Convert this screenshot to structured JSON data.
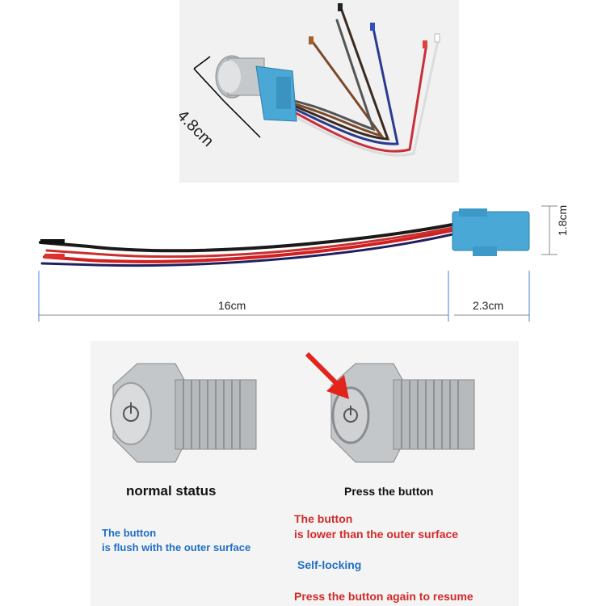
{
  "top_panel": {
    "dimension_label": "4.8cm"
  },
  "cable_panel": {
    "height_label": "1.8cm",
    "length_label": "16cm",
    "connector_label": "2.3cm"
  },
  "comparison": {
    "left": {
      "title": "normal status",
      "description_line1": "The button",
      "description_line2": "is flush with the outer surface"
    },
    "right": {
      "title": "Press the button",
      "description_line1": "The button",
      "description_line2": "is lower than the outer surface",
      "self_locking": "Self-locking",
      "resume": "Press the button again to resume"
    }
  },
  "colors": {
    "blue_text": "#1f6fc4",
    "red_text": "#d12a2a",
    "connector_blue": "#4aa8d6",
    "arrow_red": "#e2241c"
  }
}
